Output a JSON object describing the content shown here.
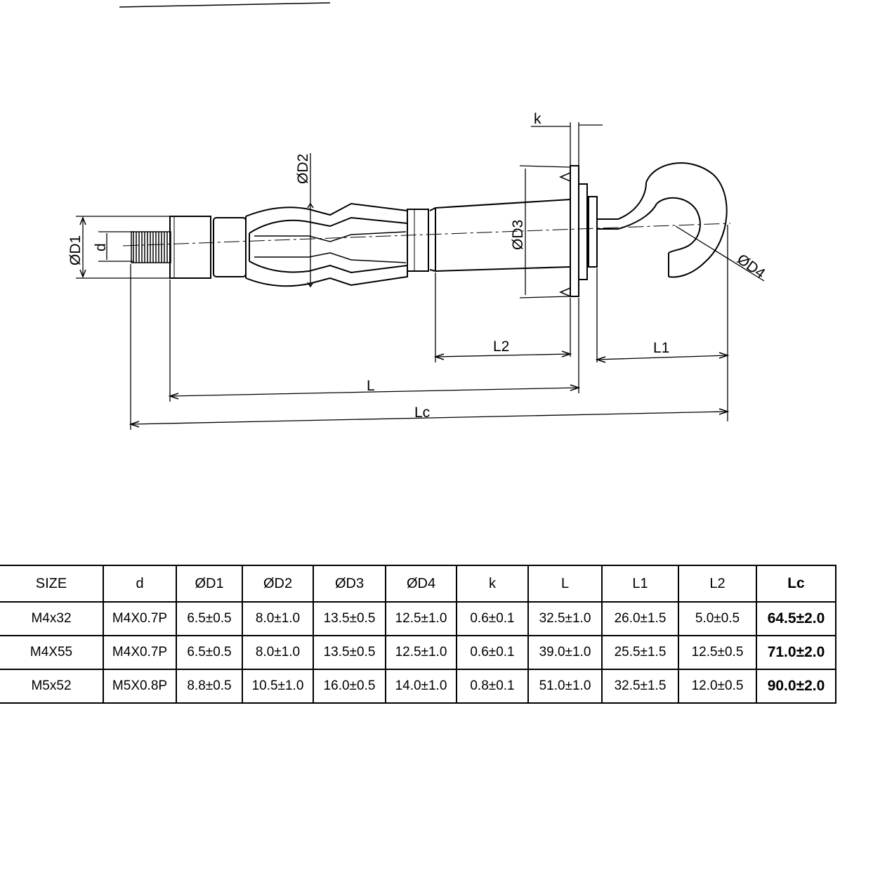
{
  "drawing": {
    "labels": {
      "d1": "ØD1",
      "d": "d",
      "d2": "ØD2",
      "d3": "ØD3",
      "d4": "ØD4",
      "k": "k",
      "l2": "L2",
      "l1": "L1",
      "l": "L",
      "lc": "Lc"
    }
  },
  "table": {
    "headers": [
      "SIZE",
      "d",
      "ØD1",
      "ØD2",
      "ØD3",
      "ØD4",
      "k",
      "L",
      "L1",
      "L2",
      "Lc"
    ],
    "rows": [
      [
        "M4x32",
        "M4X0.7P",
        "6.5±0.5",
        "8.0±1.0",
        "13.5±0.5",
        "12.5±1.0",
        "0.6±0.1",
        "32.5±1.0",
        "26.0±1.5",
        "5.0±0.5",
        "64.5±2.0"
      ],
      [
        "M4X55",
        "M4X0.7P",
        "6.5±0.5",
        "8.0±1.0",
        "13.5±0.5",
        "12.5±1.0",
        "0.6±0.1",
        "39.0±1.0",
        "25.5±1.5",
        "12.5±0.5",
        "71.0±2.0"
      ],
      [
        "M5x52",
        "M5X0.8P",
        "8.8±0.5",
        "10.5±1.0",
        "16.0±0.5",
        "14.0±1.0",
        "0.8±0.1",
        "51.0±1.0",
        "32.5±1.5",
        "12.0±0.5",
        "90.0±2.0"
      ]
    ]
  }
}
